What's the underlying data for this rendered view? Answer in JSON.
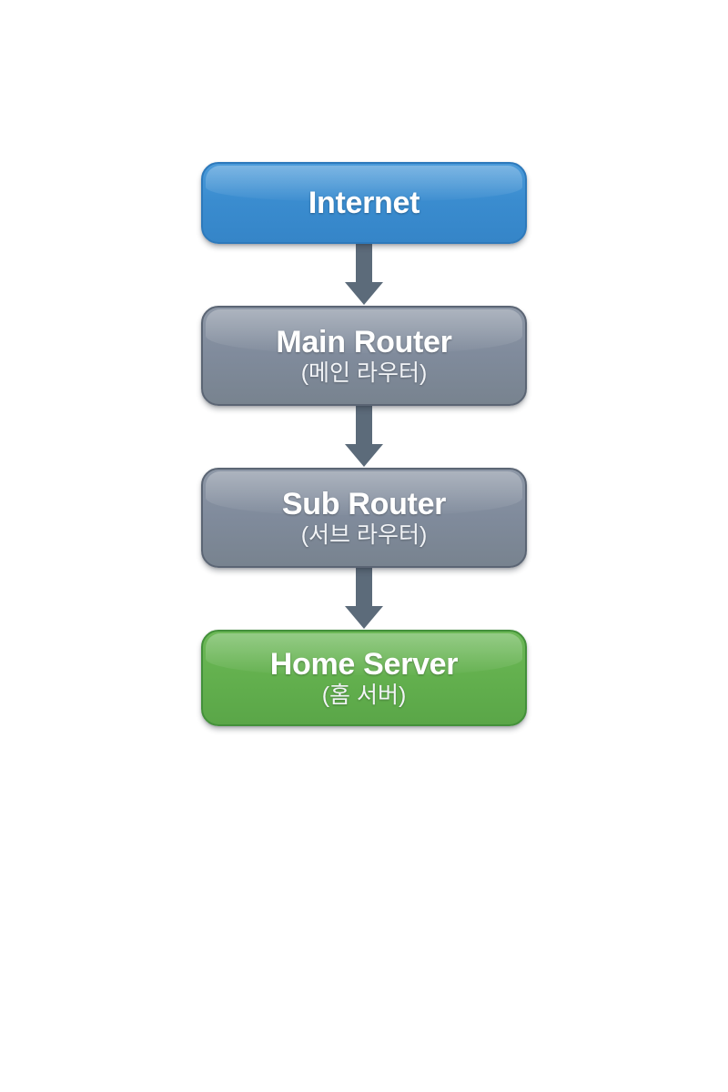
{
  "diagram": {
    "type": "flowchart",
    "orientation": "vertical",
    "background_color": "#ffffff",
    "nodes": [
      {
        "id": "internet",
        "title": "Internet",
        "subtitle": "",
        "color": "#3b8fd4",
        "border_color": "#2d79bb",
        "text_color": "#ffffff"
      },
      {
        "id": "main-router",
        "title": "Main Router",
        "subtitle": "(메인 라우터)",
        "color": "#808b9c",
        "border_color": "#5b6574",
        "text_color": "#ffffff"
      },
      {
        "id": "sub-router",
        "title": "Sub Router",
        "subtitle": "(서브 라우터)",
        "color": "#808b9c",
        "border_color": "#5b6574",
        "text_color": "#ffffff"
      },
      {
        "id": "home-server",
        "title": "Home Server",
        "subtitle": "(홈 서버)",
        "color": "#63b04e",
        "border_color": "#43903a",
        "text_color": "#ffffff"
      }
    ],
    "connectors": [
      {
        "id": "internet-to-main-router",
        "icon": "arrow-down-icon",
        "color": "#5c6b7a",
        "from": "internet",
        "to": "main-router"
      },
      {
        "id": "main-router-to-sub-router",
        "icon": "arrow-down-icon",
        "color": "#5c6b7a",
        "from": "main-router",
        "to": "sub-router"
      },
      {
        "id": "sub-router-to-home-server",
        "icon": "arrow-down-icon",
        "color": "#5c6b7a",
        "from": "sub-router",
        "to": "home-server"
      }
    ]
  }
}
